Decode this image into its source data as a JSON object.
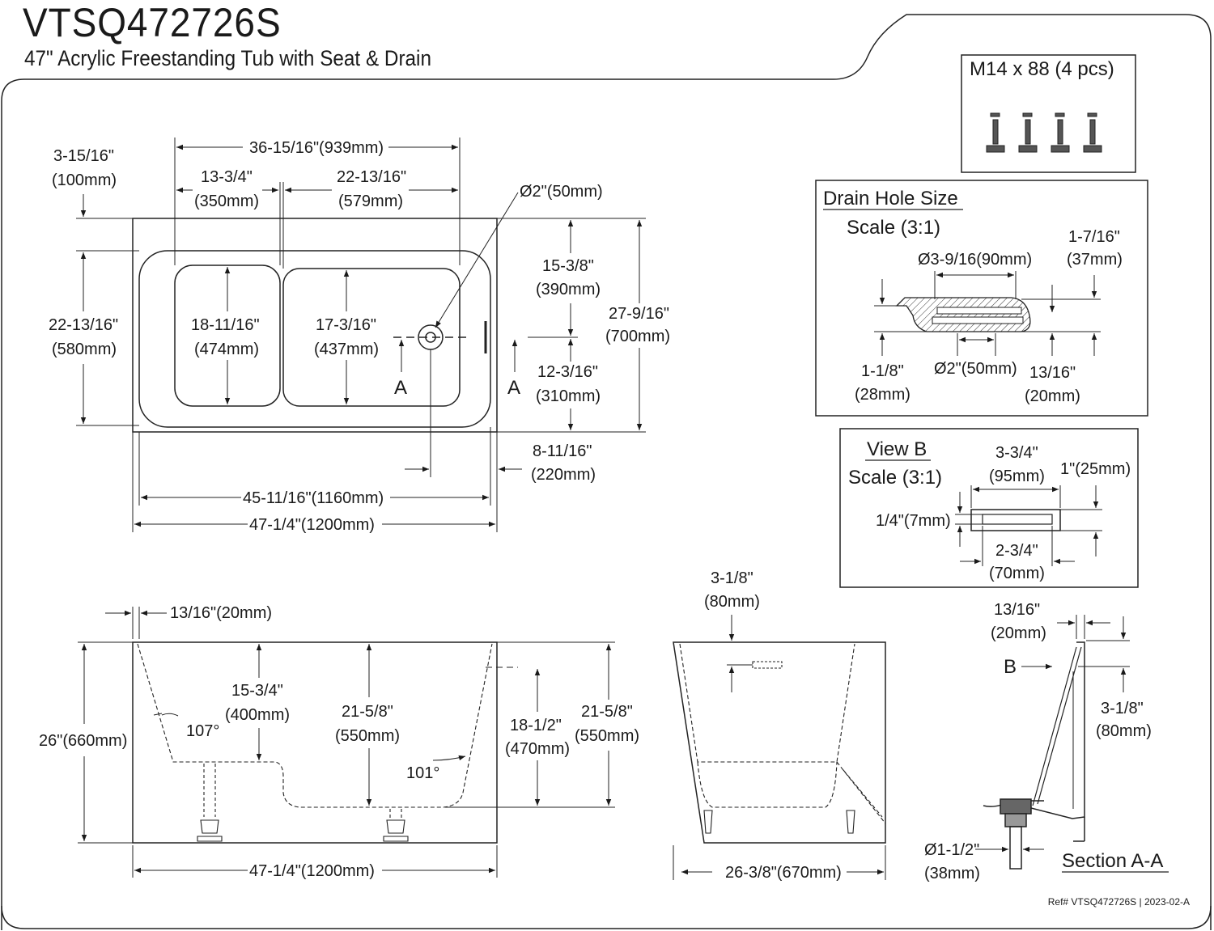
{
  "header": {
    "model": "VTSQ472726S",
    "description": "47\" Acrylic Freestanding Tub with Seat & Drain"
  },
  "hardware": {
    "label": "M14 x 88 (4 pcs)"
  },
  "top_view": {
    "dims": {
      "overall_width_top": "36-15/16\"(939mm)",
      "left_offset_in": "3-15/16\"",
      "left_offset_mm": "(100mm)",
      "seat_width_in": "13-3/4\"",
      "seat_width_mm": "(350mm)",
      "basin_width_in": "22-13/16\"",
      "basin_width_mm": "(579mm)",
      "drain_dia": "Ø2\"(50mm)",
      "width_side_in": "22-13/16\"",
      "width_side_mm": "(580mm)",
      "seat_depth_in": "18-11/16\"",
      "seat_depth_mm": "(474mm)",
      "basin_depth_in": "17-3/16\"",
      "basin_depth_mm": "(437mm)",
      "drain_top_in": "15-3/8\"",
      "drain_top_mm": "(390mm)",
      "drain_bottom_in": "12-3/16\"",
      "drain_bottom_mm": "(310mm)",
      "overall_depth_in": "27-9/16\"",
      "overall_depth_mm": "(700mm)",
      "drain_side_in": "8-11/16\"",
      "drain_side_mm": "(220mm)",
      "inner_length": "45-11/16\"(1160mm)",
      "overall_length": "47-1/4\"(1200mm)",
      "section_mark": "A"
    }
  },
  "drain_hole": {
    "title": "Drain Hole Size",
    "scale": "Scale (3:1)",
    "outer_dia": "Ø3-9/16(90mm)",
    "right_thick_in": "1-7/16\"",
    "right_thick_mm": "(37mm)",
    "left_thick_in": "1-1/8\"",
    "left_thick_mm": "(28mm)",
    "inner_dia": "Ø2\"(50mm)",
    "lip_in": "13/16\"",
    "lip_mm": "(20mm)"
  },
  "view_b": {
    "title": "View B",
    "scale": "Scale (3:1)",
    "width_in": "3-3/4\"",
    "width_mm": "(95mm)",
    "height": "1\"(25mm)",
    "slot": "1/4\"(7mm)",
    "inner_in": "2-3/4\"",
    "inner_mm": "(70mm)"
  },
  "front_view": {
    "wall": "13/16\"(20mm)",
    "height": "26\"(660mm)",
    "seat_height_in": "15-3/4\"",
    "seat_height_mm": "(400mm)",
    "angle_left": "107°",
    "inner_depth_in": "21-5/8\"",
    "inner_depth_mm": "(550mm)",
    "angle_right": "101°",
    "overflow_in": "18-1/2\"",
    "overflow_mm": "(470mm)",
    "outer_depth_in": "21-5/8\"",
    "outer_depth_mm": "(550mm)",
    "length": "47-1/4\"(1200mm)"
  },
  "side_view": {
    "top_in": "3-1/8\"",
    "top_mm": "(80mm)",
    "width": "26-3/8\"(670mm)"
  },
  "section_aa": {
    "wall_in": "13/16\"",
    "wall_mm": "(20mm)",
    "b_mark": "B",
    "depth_in": "3-1/8\"",
    "depth_mm": "(80mm)",
    "drain_in": "Ø1-1/2\"",
    "drain_mm": "(38mm)",
    "title": "Section A-A"
  },
  "footer": {
    "ref": "Ref# VTSQ472726S",
    "date": "2023-02-A"
  }
}
